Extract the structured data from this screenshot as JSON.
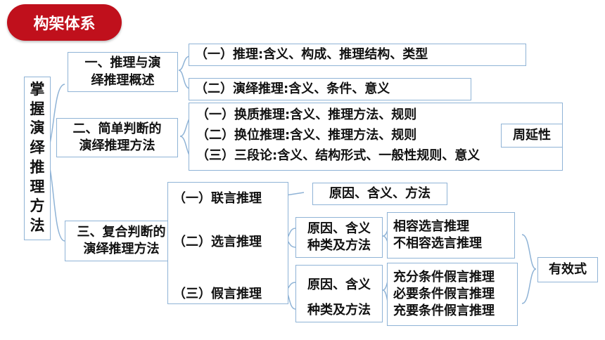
{
  "tag": "构架体系",
  "root": [
    "掌",
    "握",
    "演",
    "绎",
    "推",
    "理",
    "方",
    "法"
  ],
  "sec1": {
    "title_lines": [
      "一、推理与演",
      "绎推理概述"
    ],
    "items": [
      "（一）推理:含义、构成、推理结构、类型",
      "（二）演绎推理:含义、条件、意义"
    ]
  },
  "sec2": {
    "title_lines": [
      "二、简单判断的",
      "演绎推理方法"
    ],
    "items": [
      "（一）换质推理:含义、推理方法、规则",
      "（二）换位推理:含义、推理方法、规则",
      "（三）三段论:含义、结构形式、一般性规则、意义"
    ],
    "note": "周延性"
  },
  "sec3": {
    "title_lines": [
      "三、复合判断的",
      "演绎推理方法"
    ],
    "subs": [
      "（一）联言推理",
      "（二）选言推理",
      "（三）假言推理"
    ],
    "lianyan_detail": "原因、含义、方法",
    "xuanyan_detail": [
      "原因、含义",
      "种类及方法"
    ],
    "xuanyan_types": [
      "相容选言推理",
      "不相容选言推理"
    ],
    "jiayan_detail": [
      "原因、含义",
      "种类及方法"
    ],
    "jiayan_types": [
      "充分条件假言推理",
      "必要条件假言推理",
      "充要条件假言推理"
    ],
    "validity": "有效式"
  }
}
